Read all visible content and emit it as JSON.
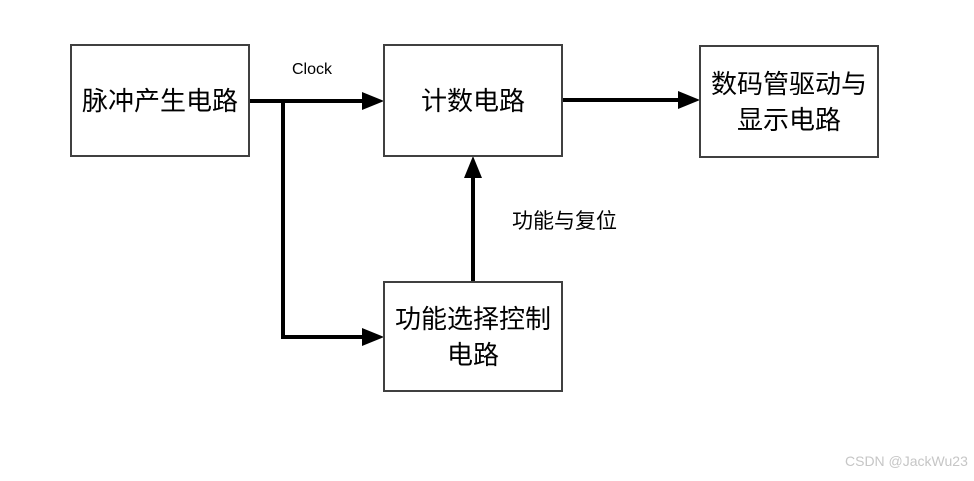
{
  "diagram": {
    "title": "counter-circuit-block-diagram",
    "boxes": {
      "pulse": {
        "label": "脉冲产生电路"
      },
      "counter": {
        "label": "计数电路"
      },
      "display": {
        "line1": "数码管驱动与",
        "line2": "显示电路"
      },
      "function": {
        "line1": "功能选择控制",
        "line2": "电路"
      }
    },
    "edge_labels": {
      "clock": "Clock",
      "function_reset": "功能与复位"
    },
    "edges": [
      {
        "from": "pulse",
        "to": "counter",
        "label": "Clock"
      },
      {
        "from": "counter",
        "to": "display",
        "label": ""
      },
      {
        "from": "pulse",
        "to": "function",
        "label": ""
      },
      {
        "from": "function",
        "to": "counter",
        "label": "功能与复位"
      }
    ]
  },
  "watermark": "CSDN @JackWu23",
  "colors": {
    "background": "#ffffff",
    "box_border": "#404040",
    "box_fill": "#ffffff",
    "line": "#000000",
    "text": "#000000",
    "watermark": "#c6c6c6"
  }
}
